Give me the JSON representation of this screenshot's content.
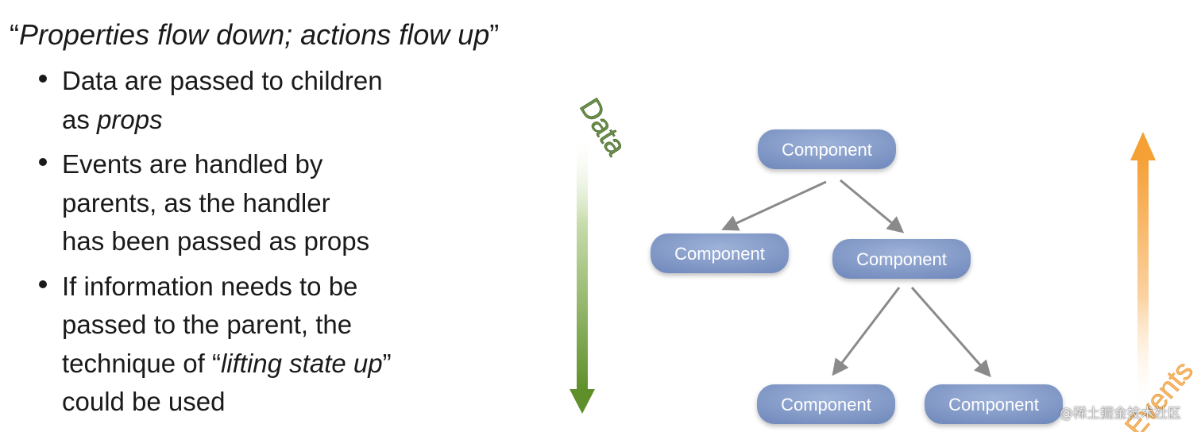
{
  "heading": {
    "open_quote": "“",
    "text": "Properties flow down; actions flow up",
    "close_quote": "”"
  },
  "bullets": [
    {
      "lines": [
        {
          "plain": "Data are passed to children"
        },
        {
          "plain": "as ",
          "italic": "props"
        }
      ]
    },
    {
      "lines": [
        {
          "plain": "Events are handled by"
        },
        {
          "plain": "parents, as the handler"
        },
        {
          "plain": "has been passed as props"
        }
      ]
    },
    {
      "lines": [
        {
          "plain": "If information needs to be"
        },
        {
          "plain": "passed to the parent, the"
        },
        {
          "plain": "technique of “",
          "italic": "lifting state up",
          "after": "”"
        },
        {
          "plain": "could be used"
        }
      ]
    }
  ],
  "diagram": {
    "data_arrow_label": "Data",
    "events_arrow_label": "Events",
    "nodes": [
      {
        "id": "root",
        "label": "Component"
      },
      {
        "id": "left",
        "label": "Component"
      },
      {
        "id": "right",
        "label": "Component"
      },
      {
        "id": "bottom-left",
        "label": "Component"
      },
      {
        "id": "bottom-right",
        "label": "Component"
      }
    ],
    "edges": [
      {
        "from": "root",
        "to": "left"
      },
      {
        "from": "root",
        "to": "right"
      },
      {
        "from": "right",
        "to": "bottom-left"
      },
      {
        "from": "right",
        "to": "bottom-right"
      }
    ],
    "colors": {
      "node_fill": "#7d96c6",
      "node_text": "#ffffff",
      "edge": "#8a8a8a",
      "data_arrow": "#5e8f2a",
      "events_arrow": "#f5a035"
    }
  },
  "watermark": "@稀土掘金技术社区"
}
